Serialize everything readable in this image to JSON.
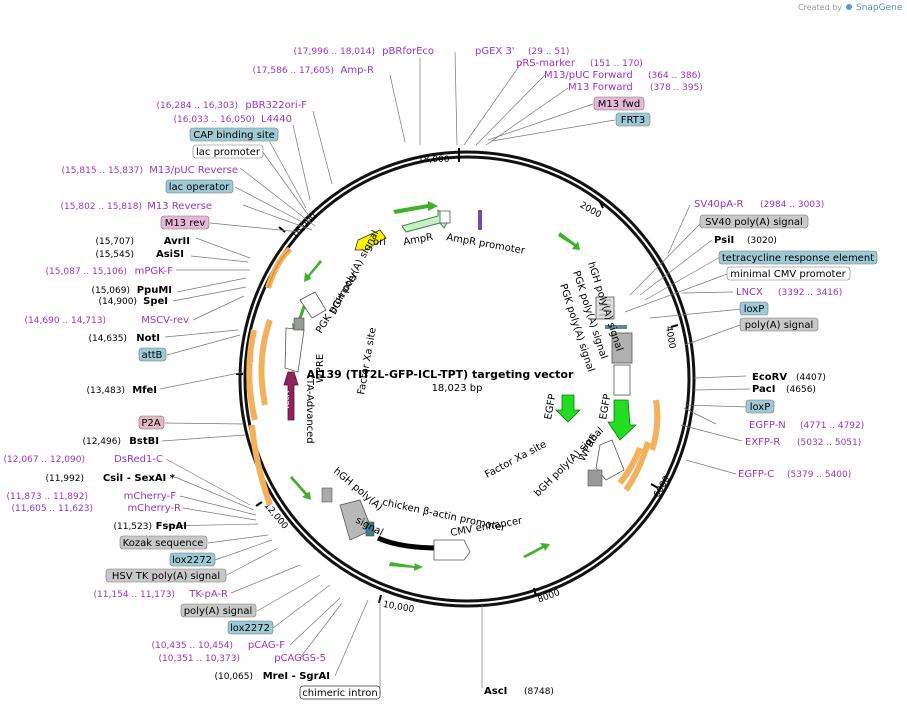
{
  "app": {
    "credit_prefix": "Created by",
    "brand": "SnapGene"
  },
  "map": {
    "title": "Ai139 (TIT2L-GFP-ICL-TPT) targeting vector",
    "length_label": "18,023 bp",
    "tick_labels": [
      "2000",
      "4000",
      "6000",
      "8000",
      "10,000",
      "12,000",
      "14,000",
      "16,000",
      "18,000"
    ]
  },
  "features_left": [
    {
      "pos": "(17,996 .. 18,014)",
      "name": "pBRforEco"
    },
    {
      "pos": "(17,586 .. 17,605)",
      "name": "Amp-R"
    },
    {
      "pos": "(16,284 .. 16,303)",
      "name": "pBR322ori-F"
    },
    {
      "pos": "(16,033 .. 16,050)",
      "name": "L4440"
    },
    {
      "pos": "(15,815 .. 15,837)",
      "name": "M13/pUC Reverse"
    },
    {
      "pos": "(15,802 .. 15,818)",
      "name": "M13 Reverse"
    },
    {
      "pos": "(15,087 .. 15,106)",
      "name": "mPGK-F"
    },
    {
      "pos": "(14,690 .. 14,713)",
      "name": "MSCV-rev"
    },
    {
      "pos": "(12,067 .. 12,090)",
      "name": "DsRed1-C"
    },
    {
      "pos": "(11,873 .. 11,892)",
      "name": "mCherry-F"
    },
    {
      "pos": "(11,605 .. 11,623)",
      "name": "mCherry-R"
    },
    {
      "pos": "(11,154 .. 11,173)",
      "name": "TK-pA-R"
    },
    {
      "pos": "(10,435 .. 10,454)",
      "name": "pCAG-F"
    },
    {
      "pos": "(10,351 .. 10,373)",
      "name": "pCAGGS-5"
    }
  ],
  "features_right": [
    {
      "name": "pGEX 3'",
      "pos": "(29 .. 51)"
    },
    {
      "name": "pRS-marker",
      "pos": "(151 .. 170)"
    },
    {
      "name": "M13/pUC Forward",
      "pos": "(364 .. 386)"
    },
    {
      "name": "M13 Forward",
      "pos": "(378 .. 395)"
    },
    {
      "name": "SV40pA-R",
      "pos": "(2984 .. 3003)"
    },
    {
      "name": "LNCX",
      "pos": "(3392 .. 3416)"
    },
    {
      "name": "EGFP-N",
      "pos": "(4771 .. 4792)"
    },
    {
      "name": "EXFP-R",
      "pos": "(5032 .. 5051)"
    },
    {
      "name": "EGFP-C",
      "pos": "(5379 .. 5400)"
    }
  ],
  "enzymes_left": [
    {
      "pos": "(15,707)",
      "name": "AvrII"
    },
    {
      "pos": "(15,545)",
      "name": "AsiSI"
    },
    {
      "pos": "(15,069)",
      "name": "PpuMI"
    },
    {
      "pos": "(14,900)",
      "name": "SpeI"
    },
    {
      "pos": "(14,635)",
      "name": "NotI"
    },
    {
      "pos": "(13,483)",
      "name": "MfeI"
    },
    {
      "pos": "(12,496)",
      "name": "BstBI"
    },
    {
      "pos": "(11,992)",
      "name": "CsiI  - SexAI *"
    },
    {
      "pos": "(11,523)",
      "name": "FspAI"
    },
    {
      "pos": "(10,065)",
      "name": "MreI  - SgrAI"
    }
  ],
  "enzymes_right": [
    {
      "name": "PsiI",
      "pos": "(3020)"
    },
    {
      "name": "EcoRV",
      "pos": "(4407)"
    },
    {
      "name": "PacI",
      "pos": "(4656)"
    }
  ],
  "enzyme_bottom": {
    "name": "AscI",
    "pos": "(8748)"
  },
  "boxes": {
    "m13fwd": "M13 fwd",
    "frt3": "FRT3",
    "cap": "CAP binding site",
    "lacpro": "lac promoter",
    "lacop": "lac operator",
    "m13rev": "M13 rev",
    "attb": "attB",
    "p2a": "P2A",
    "kozak": "Kozak sequence",
    "lox2272a": "lox2272",
    "hsvtk": "HSV TK poly(A) signal",
    "polyabl": "poly(A) signal",
    "lox2272b": "lox2272",
    "chimeric": "chimeric intron",
    "sv40": "SV40 poly(A) signal",
    "tre": "tetracycline response element",
    "mincmv": "minimal CMV promoter",
    "loxp1": "loxP",
    "polyar": "poly(A) signal",
    "loxp2": "loxP"
  },
  "inner": {
    "ori": "ori",
    "ampr": "AmpR",
    "ampr_promoter": "AmpR promoter",
    "pgk_promoter": "PGK promoter",
    "bgh_polya_1": "bGH poly(A) signal",
    "factor_xa_1": "Factor Xa site",
    "wpre_1": "WPRE",
    "tta": "tTA-Advanced",
    "tetr": "TetR",
    "hgh_polya_1": "hGH poly(A) signal",
    "pgk_polya_1": "PGK poly(A) signal",
    "pgk_polya_2": "PGK poly(A) signal",
    "egfp_1": "EGFP",
    "egfp_2": "EGFP",
    "factor_xa_2": "Factor Xa site",
    "bgh_polya_2": "bGH poly(A) signal",
    "wpre_2": "WPRE",
    "hgh_polya_2": "hGH poly(A)",
    "hgh_signal": "signal",
    "chicken_actin": "chicken β-actin promoter",
    "cmv_enhancer": "CMV enhancer"
  },
  "colors": {
    "feature_text": "#9b32c8",
    "box_blue": "#9ccbd6",
    "box_gray": "#c8c8c8",
    "box_pink": "#e8b7d8",
    "box_rose": "#e5b9c1",
    "green_arrow": "#3fb12b",
    "orange_arrow": "#f2b15a",
    "tetr": "#8e2457",
    "egfp": "#22dd22",
    "ori": "#fff200"
  }
}
